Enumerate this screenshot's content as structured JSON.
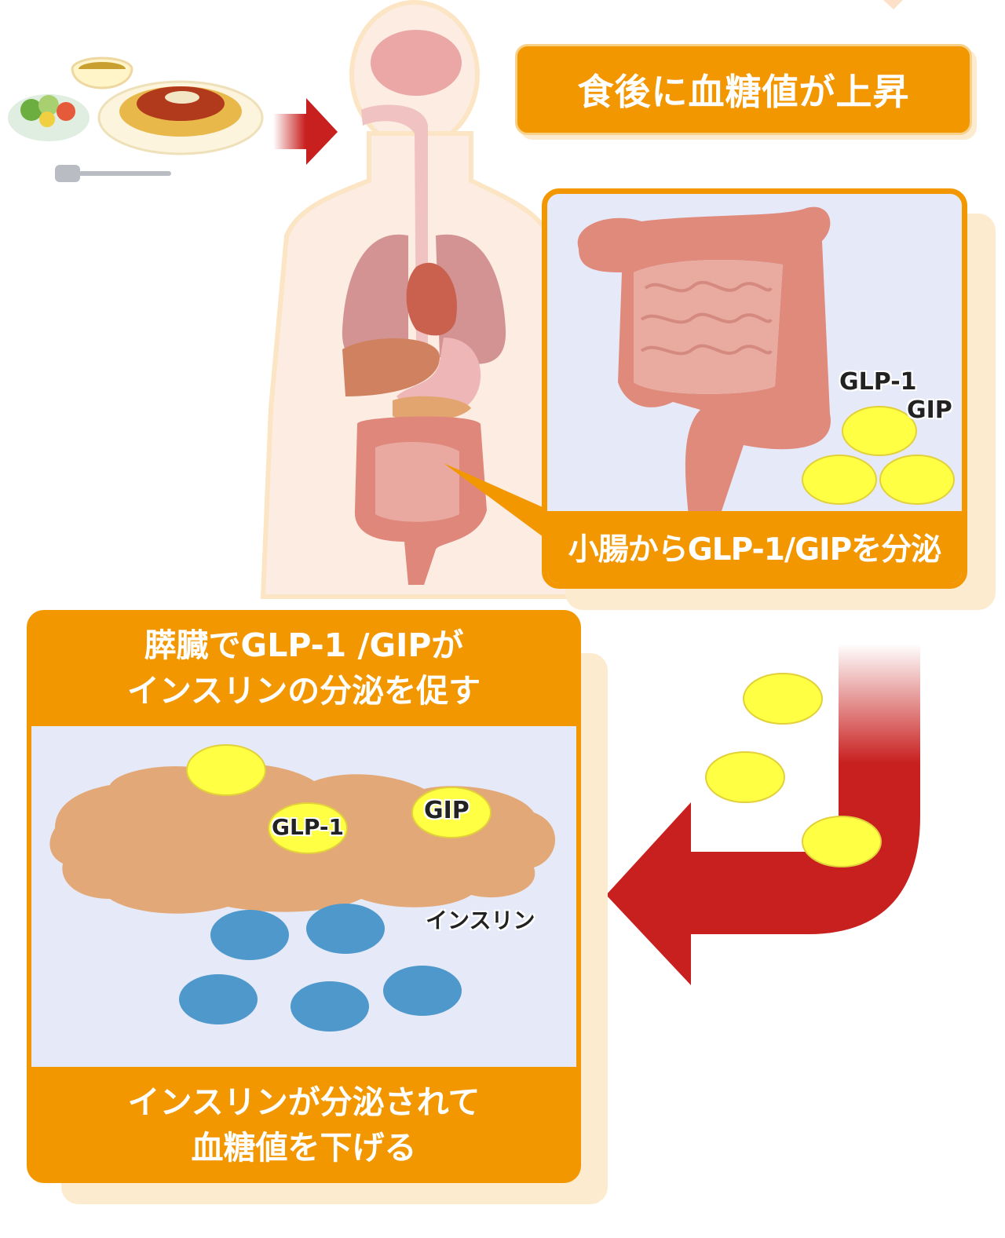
{
  "title": "食後に血糖値が上昇",
  "intestine_panel": {
    "caption": "小腸からGLP-1/GIPを分泌",
    "label_glp1": "GLP-1",
    "label_gip": "GIP"
  },
  "pancreas_panel": {
    "heading_line1": "膵臓でGLP-1 /GIPが",
    "heading_line2": "インスリンの分泌を促す",
    "label_glp1": "GLP-1",
    "label_gip": "GIP",
    "label_insulin": "インスリン",
    "footer_line1": "インスリンが分泌されて",
    "footer_line2": "血糖値を下げる"
  },
  "colors": {
    "orange": "#f29700",
    "panel_bg": "#e6eaf8",
    "hormone_yellow": "#ffff44",
    "insulin_blue": "#4f98cc",
    "arrow_red": "#c8201f",
    "pancreas": "#e3a877",
    "intestine": "#e0877b"
  }
}
